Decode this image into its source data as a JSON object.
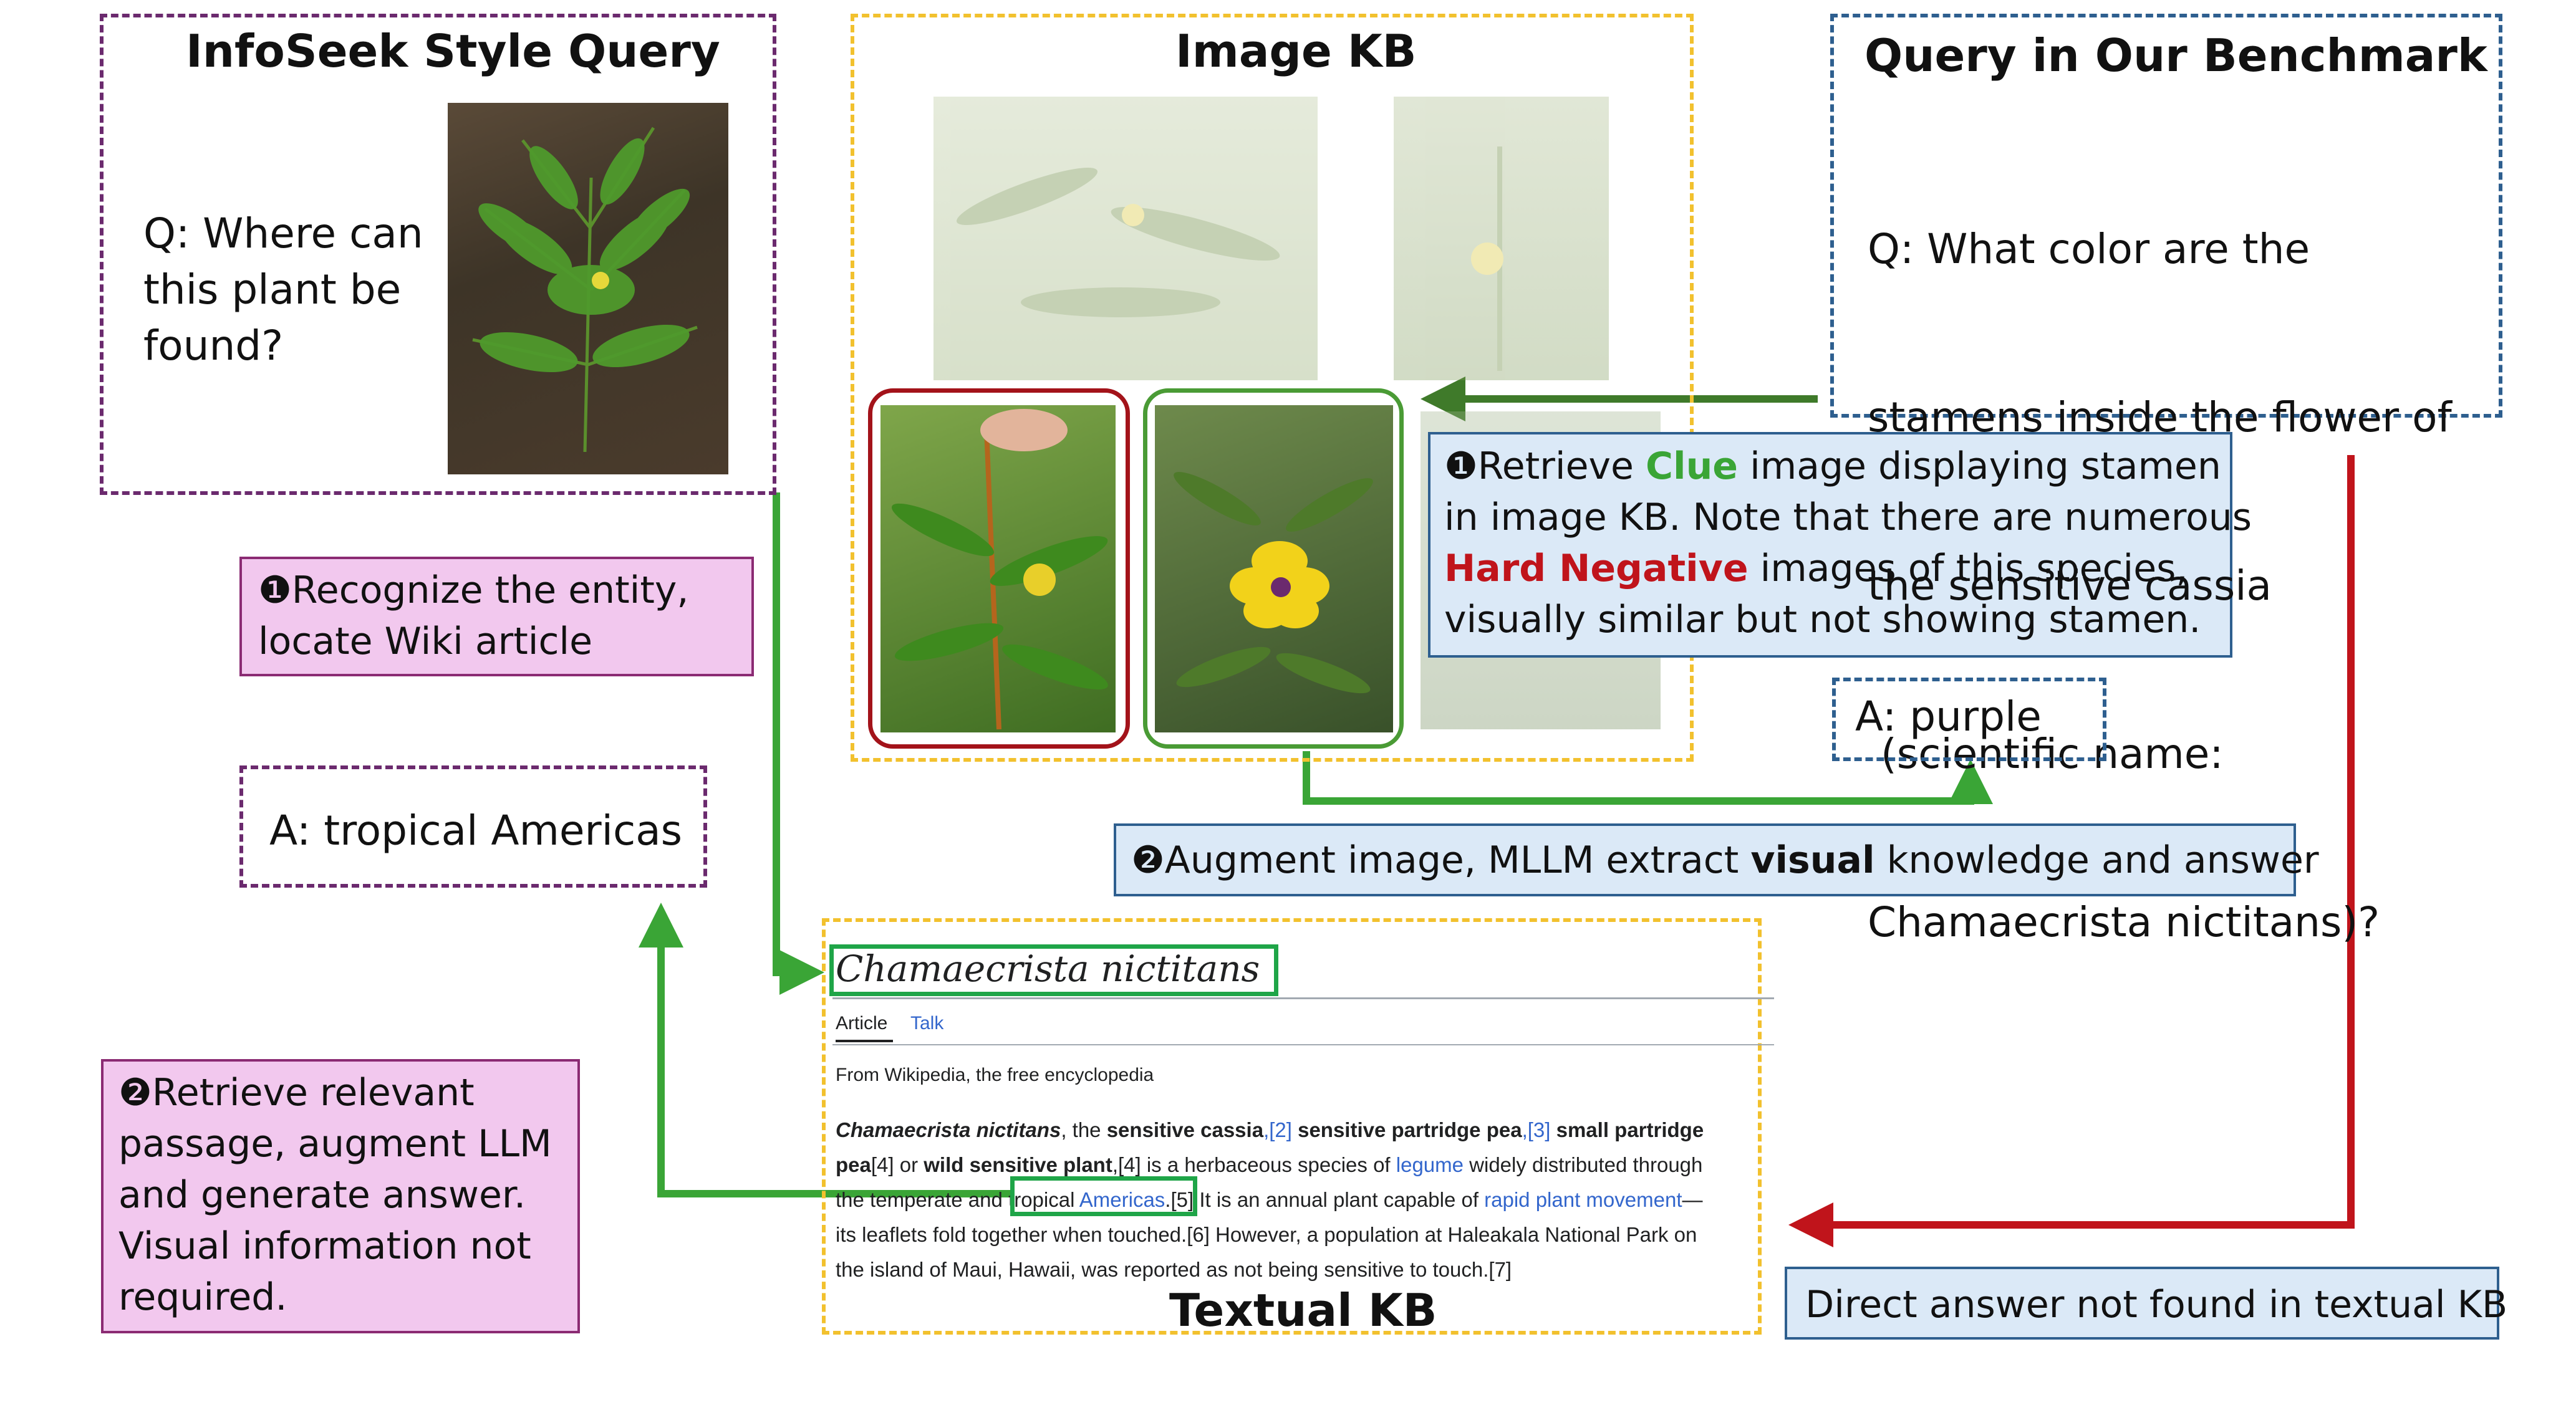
{
  "infoseek": {
    "title": "InfoSeek Style Query",
    "question_lines": [
      "Q: Where can",
      "this plant be",
      "found?"
    ],
    "answer": "A: tropical Americas"
  },
  "image_kb": {
    "title": "Image KB"
  },
  "benchmark": {
    "title": "Query in Our Benchmark",
    "question_lines": [
      "Q: What color are the",
      "stamens inside the flower of",
      "the sensitive cassia",
      " (scientific name:",
      "Chamaecrista nictitans)?"
    ],
    "answer": "A: purple"
  },
  "steps": {
    "recognize": [
      "Recognize the entity,",
      "locate Wiki article"
    ],
    "retrieve_passage": [
      "Retrieve relevant",
      "passage, augment LLM",
      "and generate answer.",
      "Visual information not",
      "required."
    ],
    "retrieve_clue": {
      "pre": "Retrieve ",
      "clue": "Clue",
      "mid1": " image displaying stamen",
      "line2": "in image KB. Note that there are numerous",
      "hard": "Hard Negative",
      "mid2": " images of this species,",
      "line4": "visually similar but not showing stamen."
    },
    "augment": {
      "pre": "Augment image, MLLM extract ",
      "bold": "visual",
      "post": " knowledge and answer"
    },
    "not_found": "Direct answer not found in textual KB",
    "marker1": "❶",
    "marker2": "❷"
  },
  "textual_kb": {
    "title": "Textual KB",
    "article_title": "Chamaecrista nictitans",
    "tab_article": "Article",
    "tab_talk": "Talk",
    "from": "From Wikipedia, the free encyclopedia",
    "l1_a": "Chamaecrista nictitans",
    "l1_b": ", the ",
    "l1_c": "sensitive cassia",
    "l1_d": ",[2] ",
    "l1_e": "sensitive partridge pea",
    "l1_f": ",[3] ",
    "l1_g": "small partridge",
    "l2_a": "pea",
    "l2_b": "[4] or ",
    "l2_c": "wild sensitive plant",
    "l2_d": ",[4] is a herbaceous species of ",
    "l2_e": "legume",
    "l2_f": " widely distributed through",
    "l3_a": "the temperate and ",
    "l3_b": "tropical ",
    "l3_c": "Americas",
    "l3_d": ".[5] It is an annual plant capable of ",
    "l3_e": "rapid plant movement",
    "l3_f": "—",
    "l4": "its leaflets fold together when touched.[6] However, a population at Haleakala National Park on",
    "l5": "the island of Maui, Hawaii, was reported as not being sensitive to touch.[7]"
  },
  "colors": {
    "purple_dash": "#6b2a6e",
    "yellow_dash": "#f2c12e",
    "blue_dash": "#2e5f8f",
    "green": "#3aa536",
    "red": "#c0141b",
    "pink_fill": "#f2c8ee",
    "blue_fill": "#dbe9f7"
  }
}
